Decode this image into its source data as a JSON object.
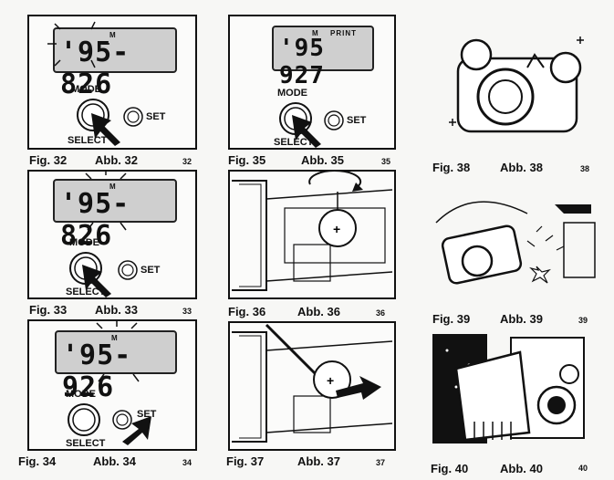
{
  "figures": [
    {
      "id": "32",
      "fig": "Fig. 32",
      "abb": "Abb. 32",
      "ref": "32",
      "display": "'95-826",
      "indicator": "M",
      "mode_label": "MODE",
      "select_label": "SELECT",
      "set_label": "SET"
    },
    {
      "id": "35",
      "fig": "Fig. 35",
      "abb": "Abb. 35",
      "ref": "35",
      "display": "'95 927",
      "indicator": "M",
      "print_label": "PRINT",
      "mode_label": "MODE",
      "select_label": "SELECT",
      "set_label": "SET"
    },
    {
      "id": "38",
      "fig": "Fig. 38",
      "abb": "Abb. 38",
      "ref": "38"
    },
    {
      "id": "33",
      "fig": "Fig. 33",
      "abb": "Abb. 33",
      "ref": "33",
      "display": "'95-826",
      "indicator": "M",
      "mode_label": "MODE",
      "select_label": "SELECT",
      "set_label": "SET"
    },
    {
      "id": "36",
      "fig": "Fig. 36",
      "abb": "Abb. 36",
      "ref": "36"
    },
    {
      "id": "39",
      "fig": "Fig. 39",
      "abb": "Abb. 39",
      "ref": "39"
    },
    {
      "id": "34",
      "fig": "Fig. 34",
      "abb": "Abb. 34",
      "ref": "34",
      "display": "'95-926",
      "indicator": "M",
      "mode_label": "MODE",
      "select_label": "SELECT",
      "set_label": "SET"
    },
    {
      "id": "37",
      "fig": "Fig. 37",
      "abb": "Abb. 37",
      "ref": "37"
    },
    {
      "id": "40",
      "fig": "Fig. 40",
      "abb": "Abb. 40",
      "ref": "40"
    }
  ]
}
